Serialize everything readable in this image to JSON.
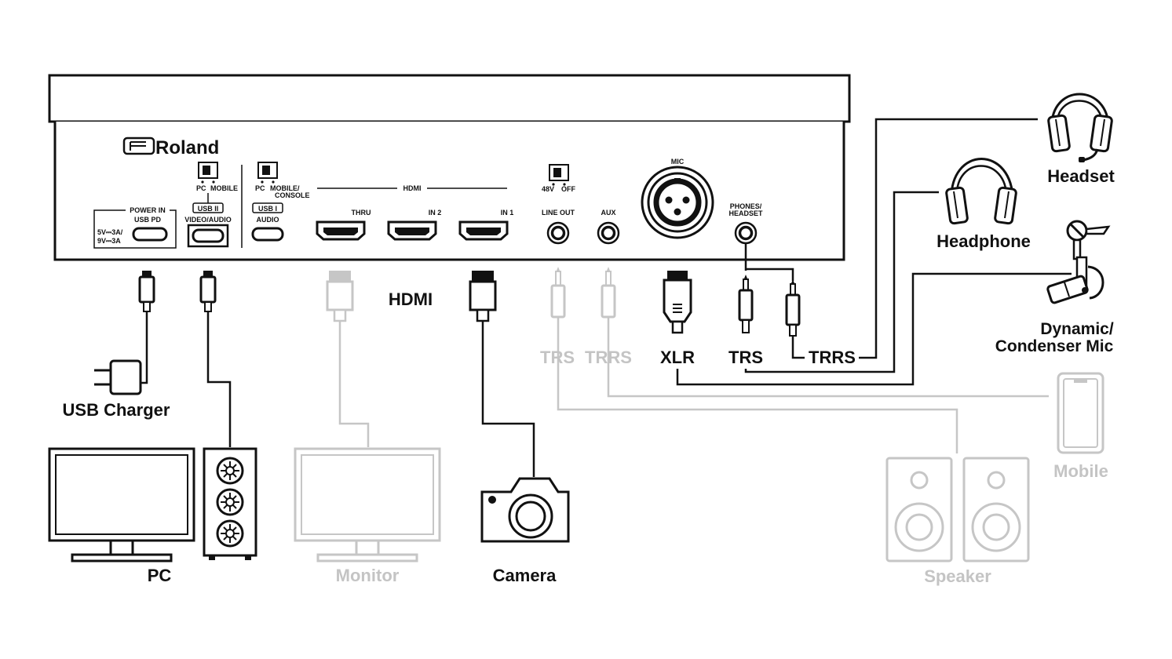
{
  "brand": "Roland",
  "panel": {
    "power_in": "POWER IN",
    "usb_pd": "USB PD",
    "power_spec_1": "5V⎓3A/",
    "power_spec_2": "9V⎓3A",
    "usb2_switch_pc": "PC",
    "usb2_switch_mobile": "MOBILE",
    "usb2": "USB II",
    "video_audio": "VIDEO/AUDIO",
    "usb1_switch_pc": "PC",
    "usb1_switch_mobile": "MOBILE/",
    "usb1_switch_console": "CONSOLE",
    "usb1": "USB I",
    "audio": "AUDIO",
    "hdmi_group": "HDMI",
    "thru": "THRU",
    "in2": "IN 2",
    "in1": "IN 1",
    "phantom_48v": "48V",
    "phantom_off": "OFF",
    "line_out": "LINE OUT",
    "aux": "AUX",
    "mic": "MIC",
    "phones": "PHONES/",
    "headset": "HEADSET"
  },
  "labels": {
    "hdmi": "HDMI",
    "trs_1": "TRS",
    "trrs_1": "TRRS",
    "xlr": "XLR",
    "trs_2": "TRS",
    "trrs_2": "TRRS"
  },
  "devices": {
    "usb_charger": "USB Charger",
    "pc": "PC",
    "monitor": "Monitor",
    "camera": "Camera",
    "speaker": "Speaker",
    "mobile": "Mobile",
    "headset": "Headset",
    "headphone": "Headphone",
    "mic_line1": "Dynamic/",
    "mic_line2": "Condenser Mic"
  },
  "colors": {
    "active": "#111111",
    "inactive": "#c4c4c4"
  }
}
